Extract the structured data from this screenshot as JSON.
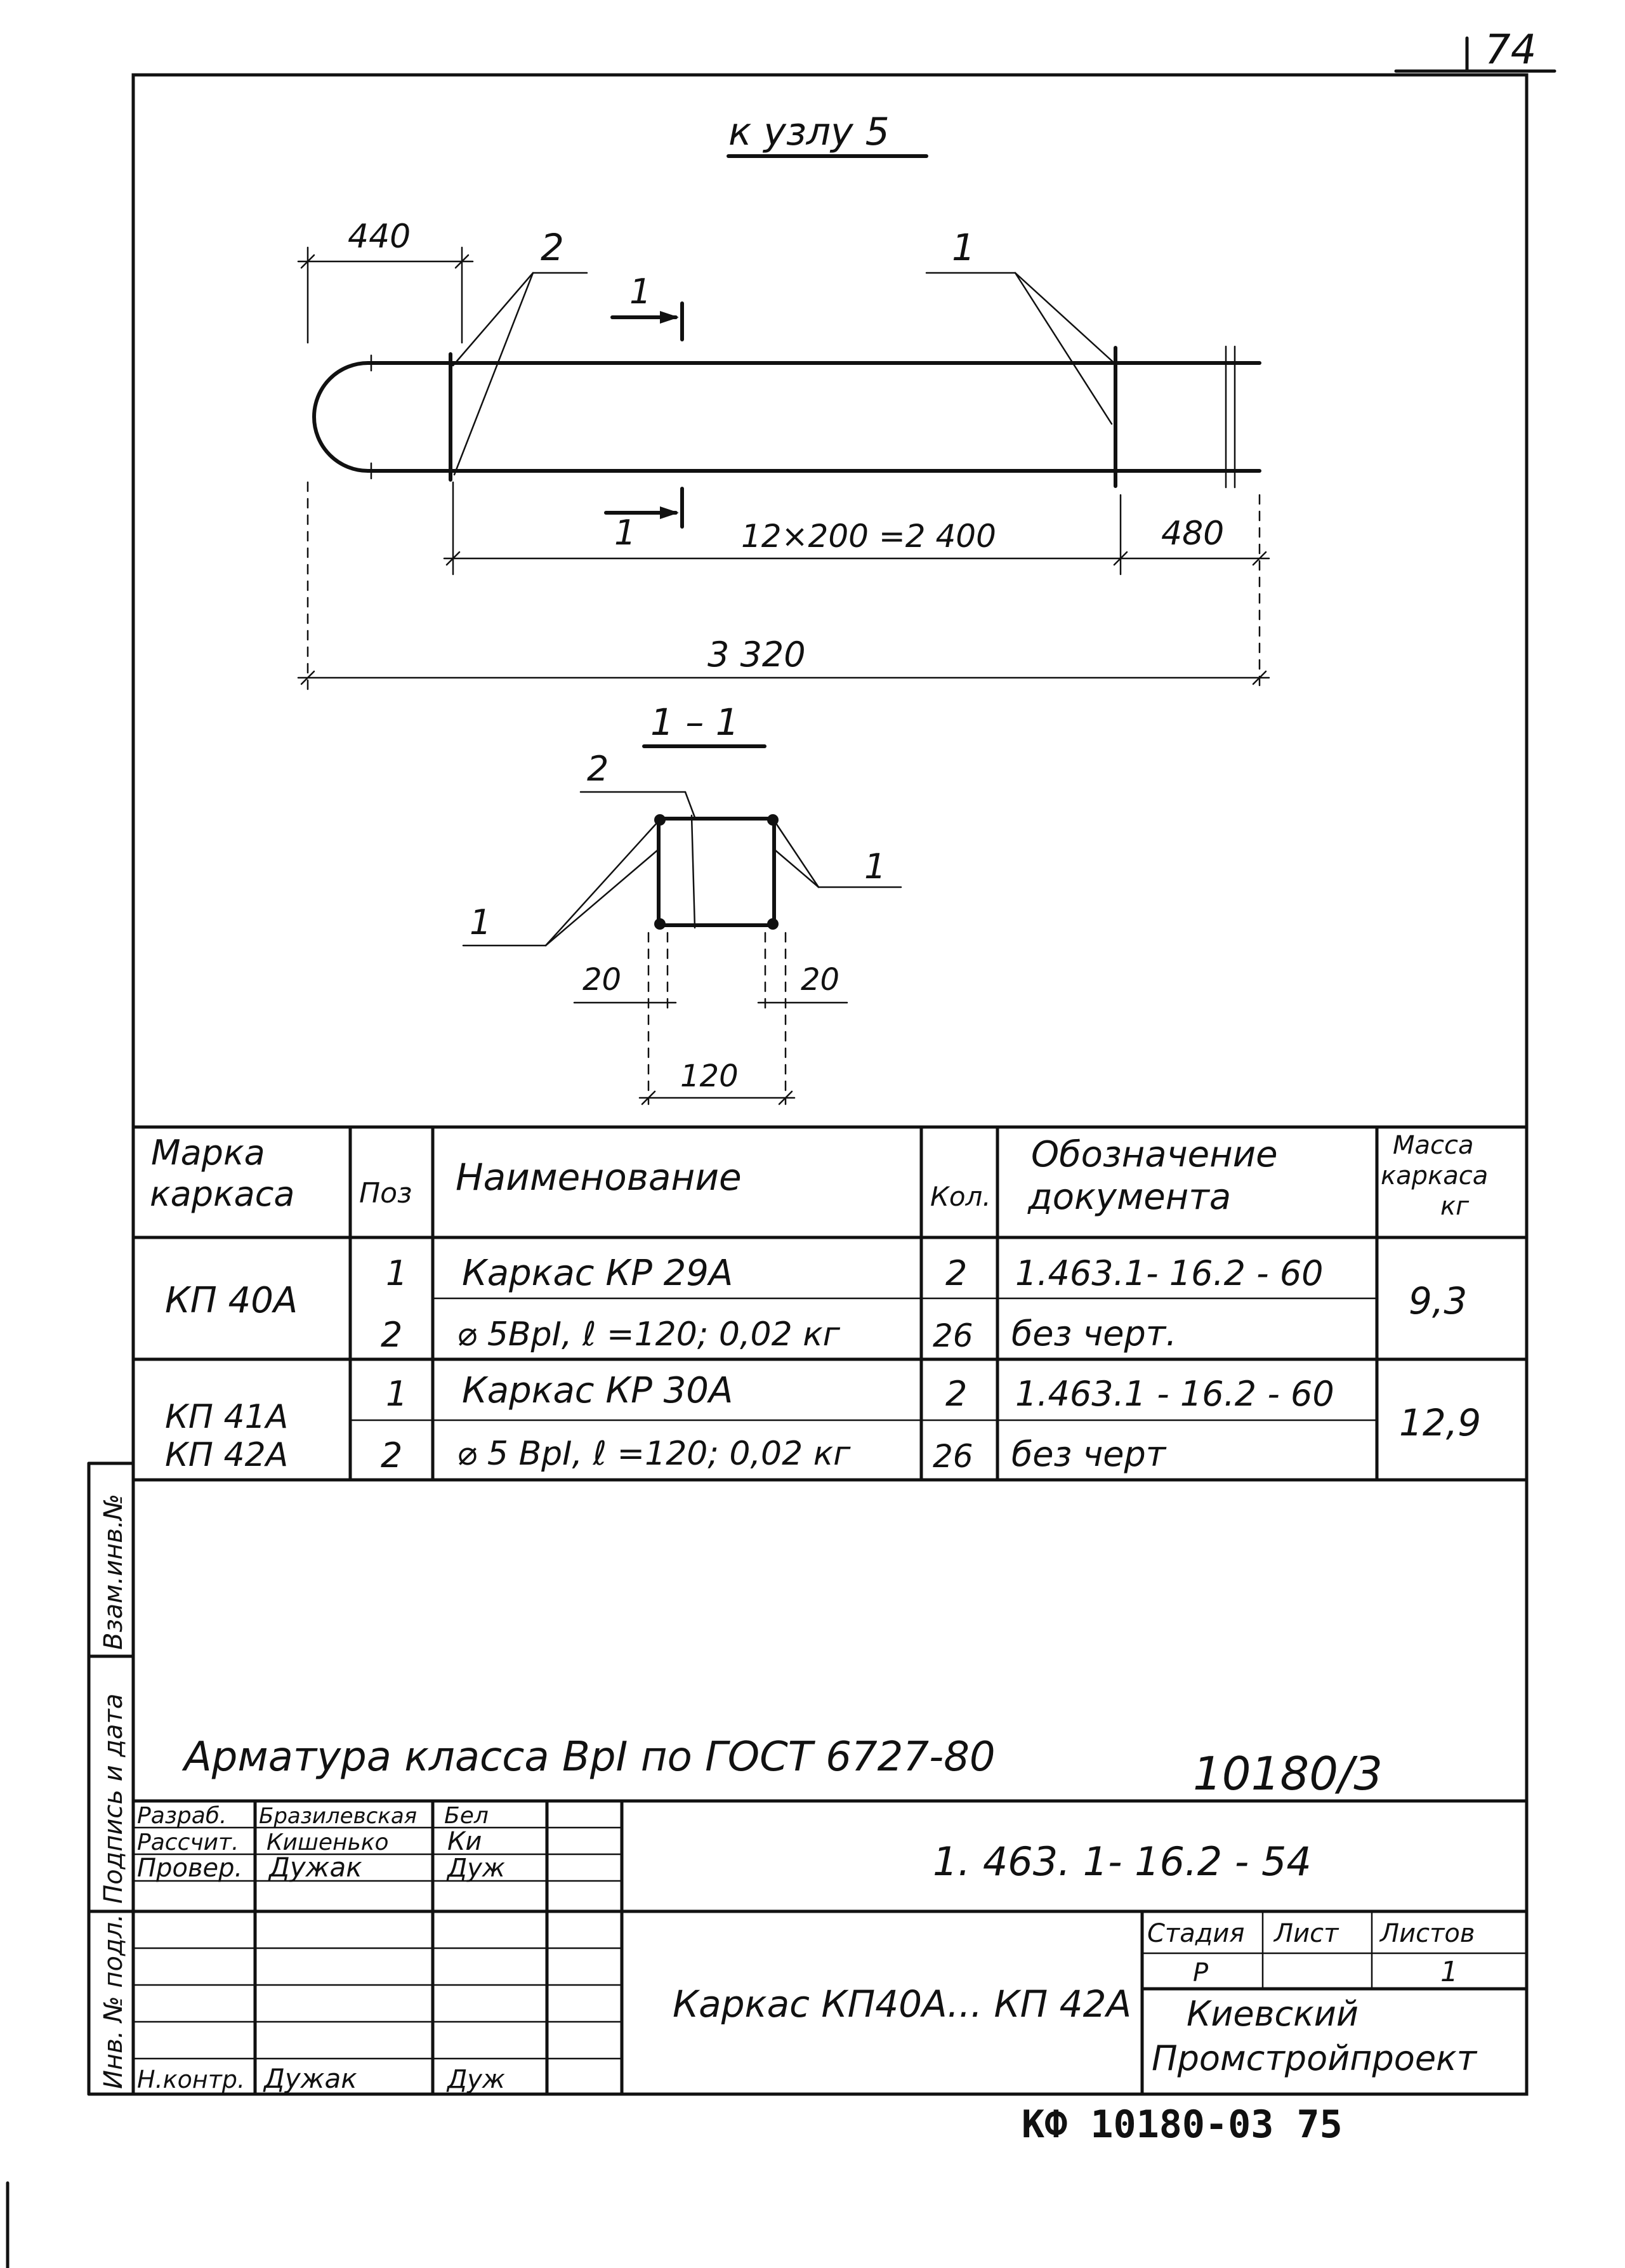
{
  "sheet_number": "74",
  "drawing": {
    "title": "к узлу 5",
    "callout_1": "1",
    "callout_2": "2",
    "section_mark": "1",
    "dim_440": "440",
    "dim_12x200": "12×200 =2 400",
    "dim_480": "480",
    "dim_3320": "3 320"
  },
  "section": {
    "title": "1 – 1",
    "callout_1_left": "1",
    "callout_1_right": "1",
    "callout_2": "2",
    "dim_20_left": "20",
    "dim_20_right": "20",
    "dim_120": "120"
  },
  "spec_table": {
    "headers": {
      "mark_1": "Марка",
      "mark_2": "каркаса",
      "pos": "Поз",
      "name": "Наименование",
      "qty": "Кол.",
      "doc_1": "Обозначение",
      "doc_2": "документа",
      "mass_1": "Масса",
      "mass_2": "каркаса",
      "mass_3": "кг"
    },
    "groups": [
      {
        "mark": [
          "КП 40А"
        ],
        "mass": "9,3",
        "rows": [
          {
            "pos": "1",
            "name": "Каркас  КР 29А",
            "qty": "2",
            "doc": "1.463.1- 16.2 - 60"
          },
          {
            "pos": "2",
            "name": "⌀ 5ВрI,  ℓ =120; 0,02 кг",
            "qty": "26",
            "doc": "без  черт."
          }
        ]
      },
      {
        "mark": [
          "КП 41А",
          "КП 42А"
        ],
        "mass": "12,9",
        "rows": [
          {
            "pos": "1",
            "name": "Каркас  КР 30А",
            "qty": "2",
            "doc": "1.463.1 - 16.2 - 60"
          },
          {
            "pos": "2",
            "name": "⌀ 5 ВрI,  ℓ =120; 0,02 кг",
            "qty": "26",
            "doc": "без  черт"
          }
        ]
      }
    ]
  },
  "note": "Арматура  класса  ВрI  по ГОСТ 6727-80",
  "album_code": "10180/3",
  "left_strip": {
    "vzam": "Взам.инв.№",
    "podpis": "Подпись и дата",
    "inv": "Инв. № подл."
  },
  "title_block": {
    "roles": [
      "Разраб.",
      "Рассчит.",
      "Провер."
    ],
    "names": [
      "Бразилевская",
      "Кишенько",
      "Дужак"
    ],
    "sign": [
      "Бел",
      "Ки",
      "Дуж"
    ],
    "n_kontr_role": "Н.контр.",
    "n_kontr_name": "Дужак",
    "n_kontr_sign": "Дуж",
    "designation": "1. 463. 1- 16.2 - 54",
    "part_name": "Каркас  КП40А...  КП 42А",
    "stage_label": "Стадия",
    "sheet_label": "Лист",
    "sheets_label": "Листов",
    "stage_value": "Р",
    "sheet_value": "",
    "sheets_value": "1",
    "org_line1": "Киевский",
    "org_line2": "Промстройпроект"
  },
  "footer": "КФ 10180-03  75"
}
